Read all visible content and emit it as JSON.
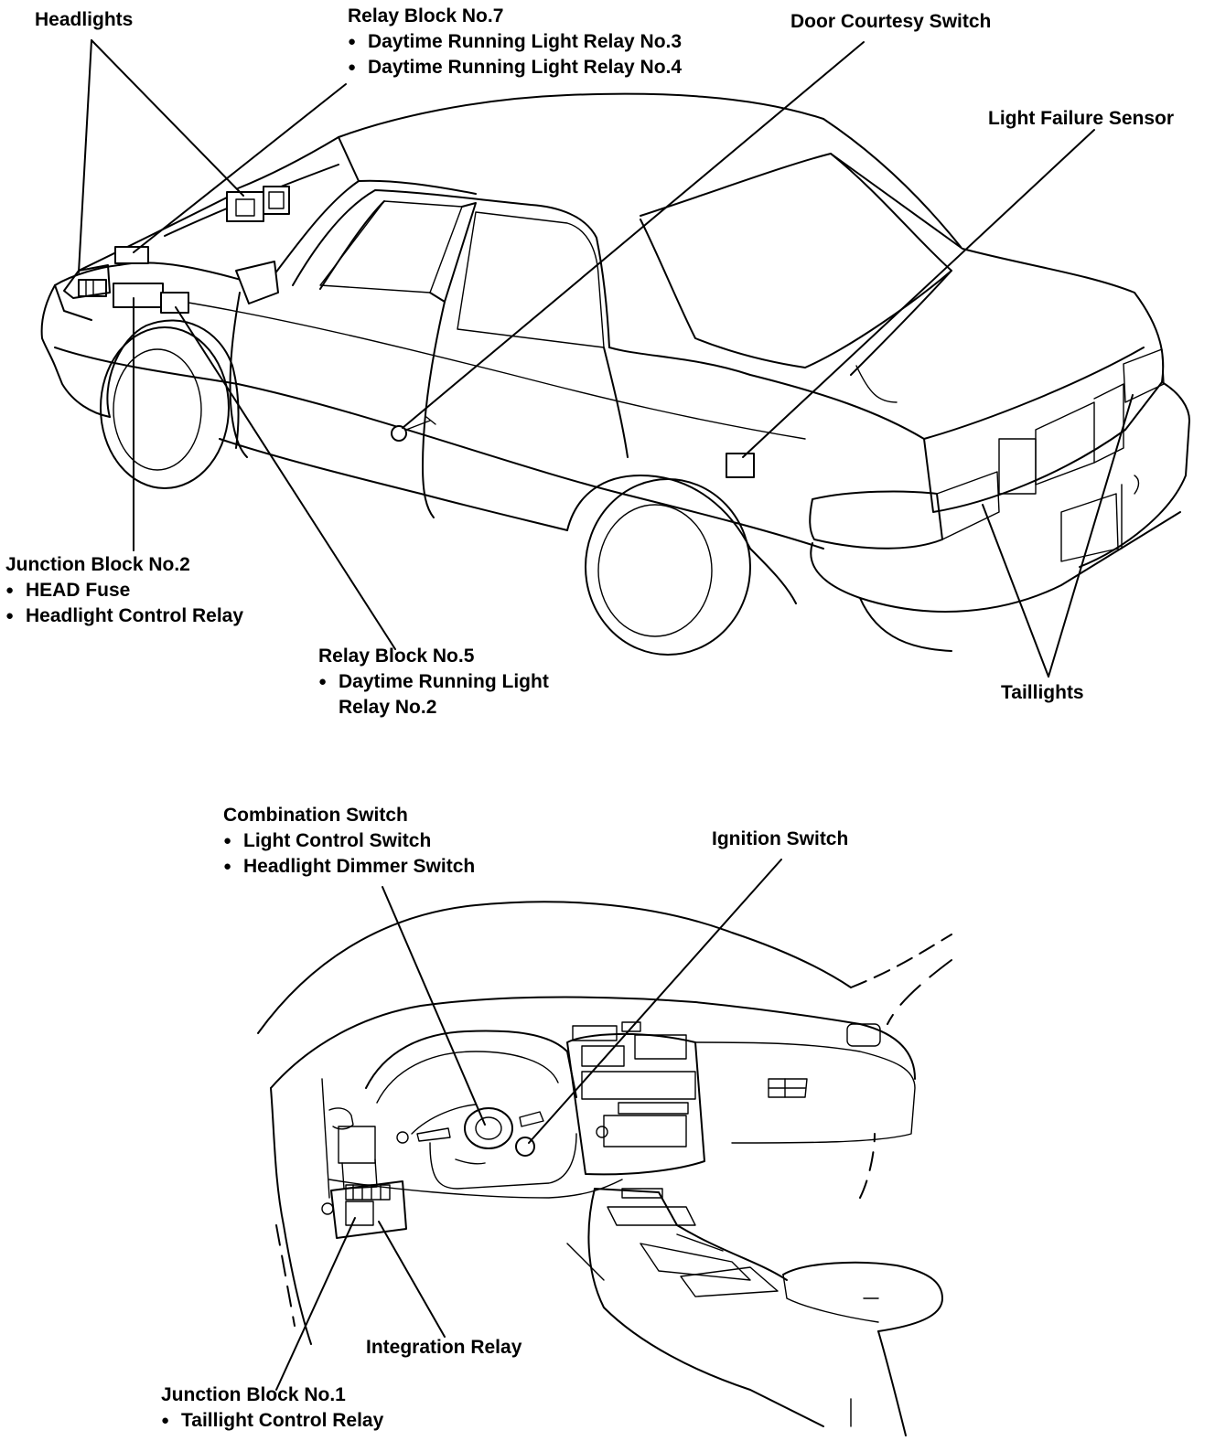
{
  "labels": {
    "headlights": "Headlights",
    "relay_block_7": {
      "title": "Relay Block No.7",
      "items": [
        "Daytime Running Light Relay No.3",
        "Daytime Running Light Relay No.4"
      ]
    },
    "door_courtesy_switch": "Door Courtesy Switch",
    "light_failure_sensor": "Light Failure Sensor",
    "junction_block_2": {
      "title": "Junction Block No.2",
      "items": [
        "HEAD Fuse",
        "Headlight Control Relay"
      ]
    },
    "relay_block_5": {
      "title": "Relay Block No.5",
      "items": [
        "Daytime Running Light",
        "Relay No.2"
      ]
    },
    "taillights": "Taillights",
    "combination_switch": {
      "title": "Combination Switch",
      "items": [
        "Light Control Switch",
        "Headlight Dimmer Switch"
      ]
    },
    "ignition_switch": "Ignition Switch",
    "integration_relay": "Integration Relay",
    "junction_block_1": {
      "title": "Junction Block No.1",
      "items": [
        "Taillight Control Relay"
      ]
    }
  }
}
